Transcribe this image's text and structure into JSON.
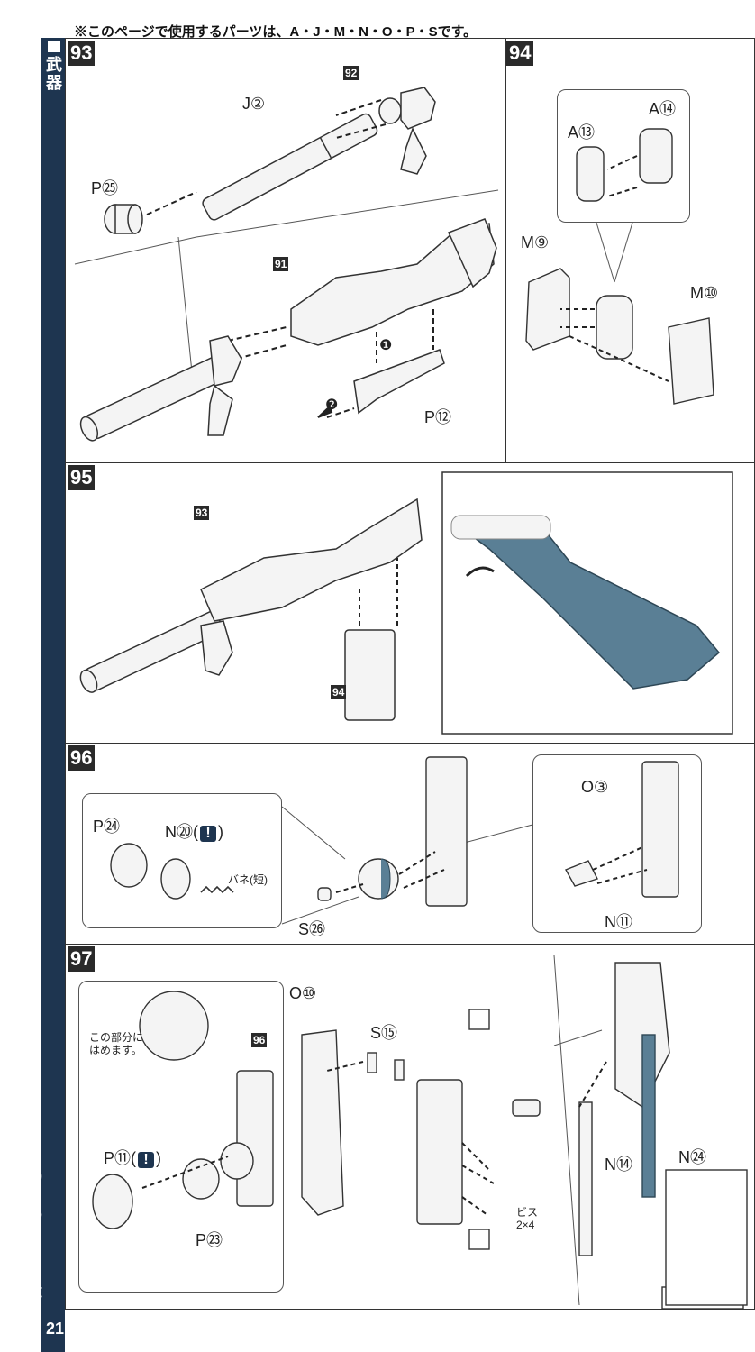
{
  "header": {
    "note": "※このページで使用するパーツは、A・J・M・N・O・P・Sです。"
  },
  "sidebar": {
    "category": [
      "武",
      "器"
    ],
    "title": "WEAPONS",
    "page_number": "21"
  },
  "steps": {
    "s93": {
      "number": "93",
      "labels": {
        "j2": "J②",
        "p25": "P㉕",
        "p12": "P⑫"
      },
      "refs": {
        "r92": "92",
        "r91": "91"
      },
      "order": {
        "one": "❶",
        "two": "❷"
      }
    },
    "s94": {
      "number": "94",
      "labels": {
        "a13": "A⑬",
        "a14": "A⑭",
        "m9": "M⑨",
        "m10": "M⑩"
      }
    },
    "s95": {
      "number": "95",
      "refs": {
        "r93": "93",
        "r94": "94"
      }
    },
    "s96": {
      "number": "96",
      "labels": {
        "p24": "P㉔",
        "n20": "N⑳(",
        "n20_end": ")",
        "spring": "バネ(短)",
        "s26": "S㉖",
        "o3": "O③",
        "n11": "N⑪"
      },
      "warning_mark": "!"
    },
    "s97": {
      "number": "97",
      "labels": {
        "o10": "O⑩",
        "s15": "S⑮",
        "p11": "P⑪(",
        "p11_end": ")",
        "p23": "P㉓",
        "n14": "N⑭",
        "n24": "N㉔",
        "screw_line1": "ビス",
        "screw_line2": "2×4",
        "note_line1": "この部分に",
        "note_line2": "はめます。"
      },
      "refs": {
        "r96": "96"
      },
      "warning_mark": "!"
    }
  },
  "colors": {
    "accent": "#1e3550",
    "highlight_part": "#5a7f95",
    "line": "#333333"
  },
  "icons": [
    "arrow-icon",
    "screw-icon",
    "screwdriver-icon",
    "warning-icon"
  ]
}
